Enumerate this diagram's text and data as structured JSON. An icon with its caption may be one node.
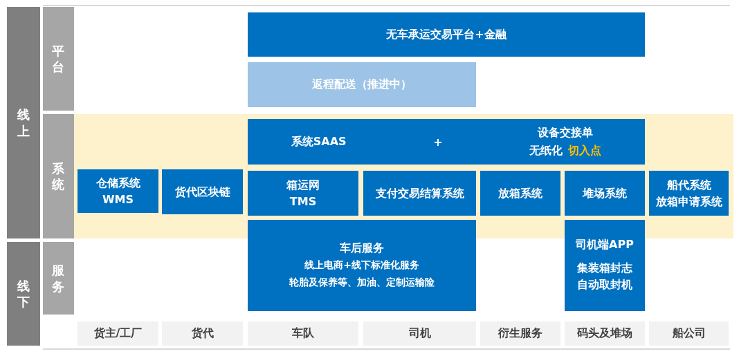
{
  "diagram": {
    "nodes": [
      {
        "text": [
          "线上"
        ]
      },
      {
        "text": [
          "平台"
        ]
      },
      {
        "text": [
          "无车承运交易平台+金融"
        ]
      },
      {
        "text": [
          "返程配送（推进中）"
        ]
      },
      {
        "text": [
          "系统"
        ]
      },
      {
        "text": [
          "系统SAAS",
          "+",
          "设备交接单",
          "无纸化",
          "切入点"
        ]
      },
      {
        "text": [
          "仓储系统",
          "WMS"
        ]
      },
      {
        "text": [
          "货代区块链"
        ]
      },
      {
        "text": [
          "箱运网",
          "TMS"
        ]
      },
      {
        "text": [
          "支付交易结算系统"
        ]
      },
      {
        "text": [
          "放箱系统"
        ]
      },
      {
        "text": [
          "堆场系统"
        ]
      },
      {
        "text": [
          "船代系统",
          "放箱申请系统"
        ]
      },
      {
        "text": [
          "线下"
        ]
      },
      {
        "text": [
          "服务"
        ]
      },
      {
        "text": [
          "车后服务",
          "线上电商+线下标准化服务",
          "轮胎及保养等、加油、定制运输险"
        ]
      },
      {
        "text": [
          "司机端APP",
          "集装箱封志自动取封机"
        ]
      },
      {
        "text": [
          "货主/工厂"
        ]
      },
      {
        "text": [
          "货代"
        ]
      },
      {
        "text": [
          "车队"
        ]
      },
      {
        "text": [
          "司机"
        ]
      },
      {
        "text": [
          "衍生服务"
        ]
      },
      {
        "text": [
          "码头及堆场"
        ]
      },
      {
        "text": [
          "船公司"
        ]
      }
    ]
  }
}
